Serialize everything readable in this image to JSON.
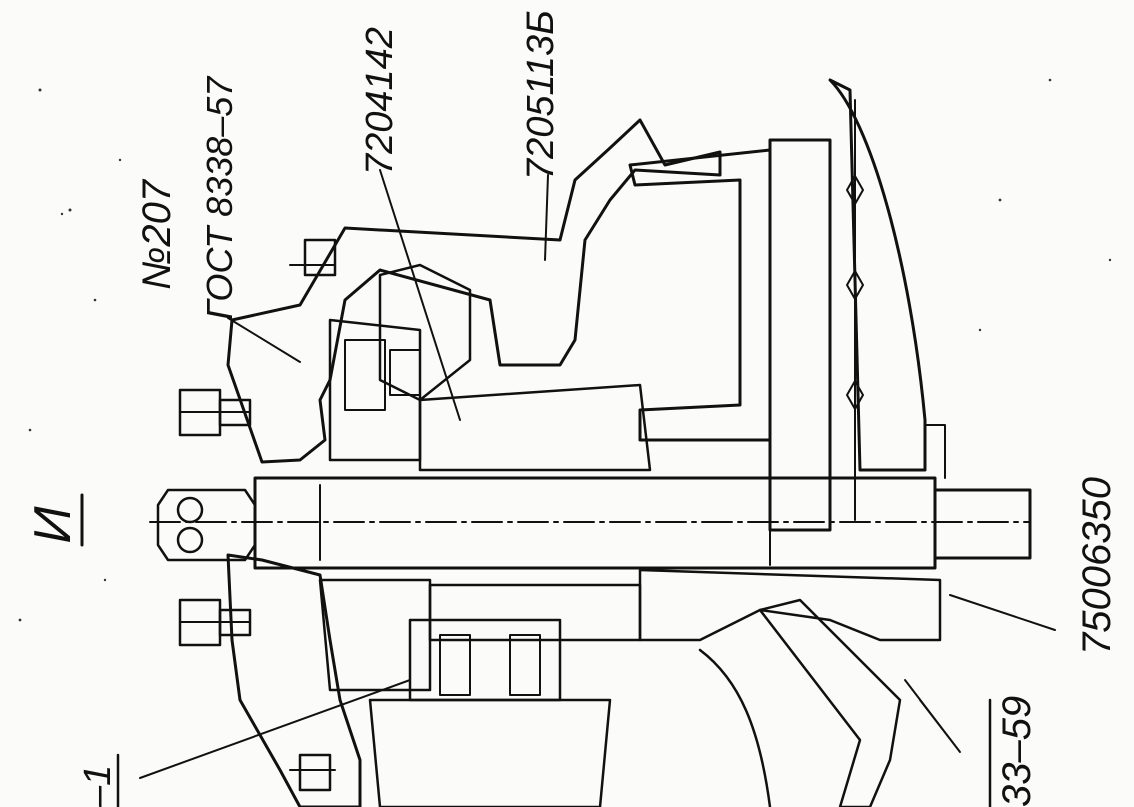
{
  "labels": {
    "view_letter": "И",
    "part_no_207": "№207",
    "gost": "ГОСТ 8338–57",
    "part_7204142": "7204142",
    "part_7205113b": "7205113Б",
    "part_75006350": "75006350",
    "edge_bottom_right": "33–59",
    "edge_bottom_left": "–1"
  }
}
